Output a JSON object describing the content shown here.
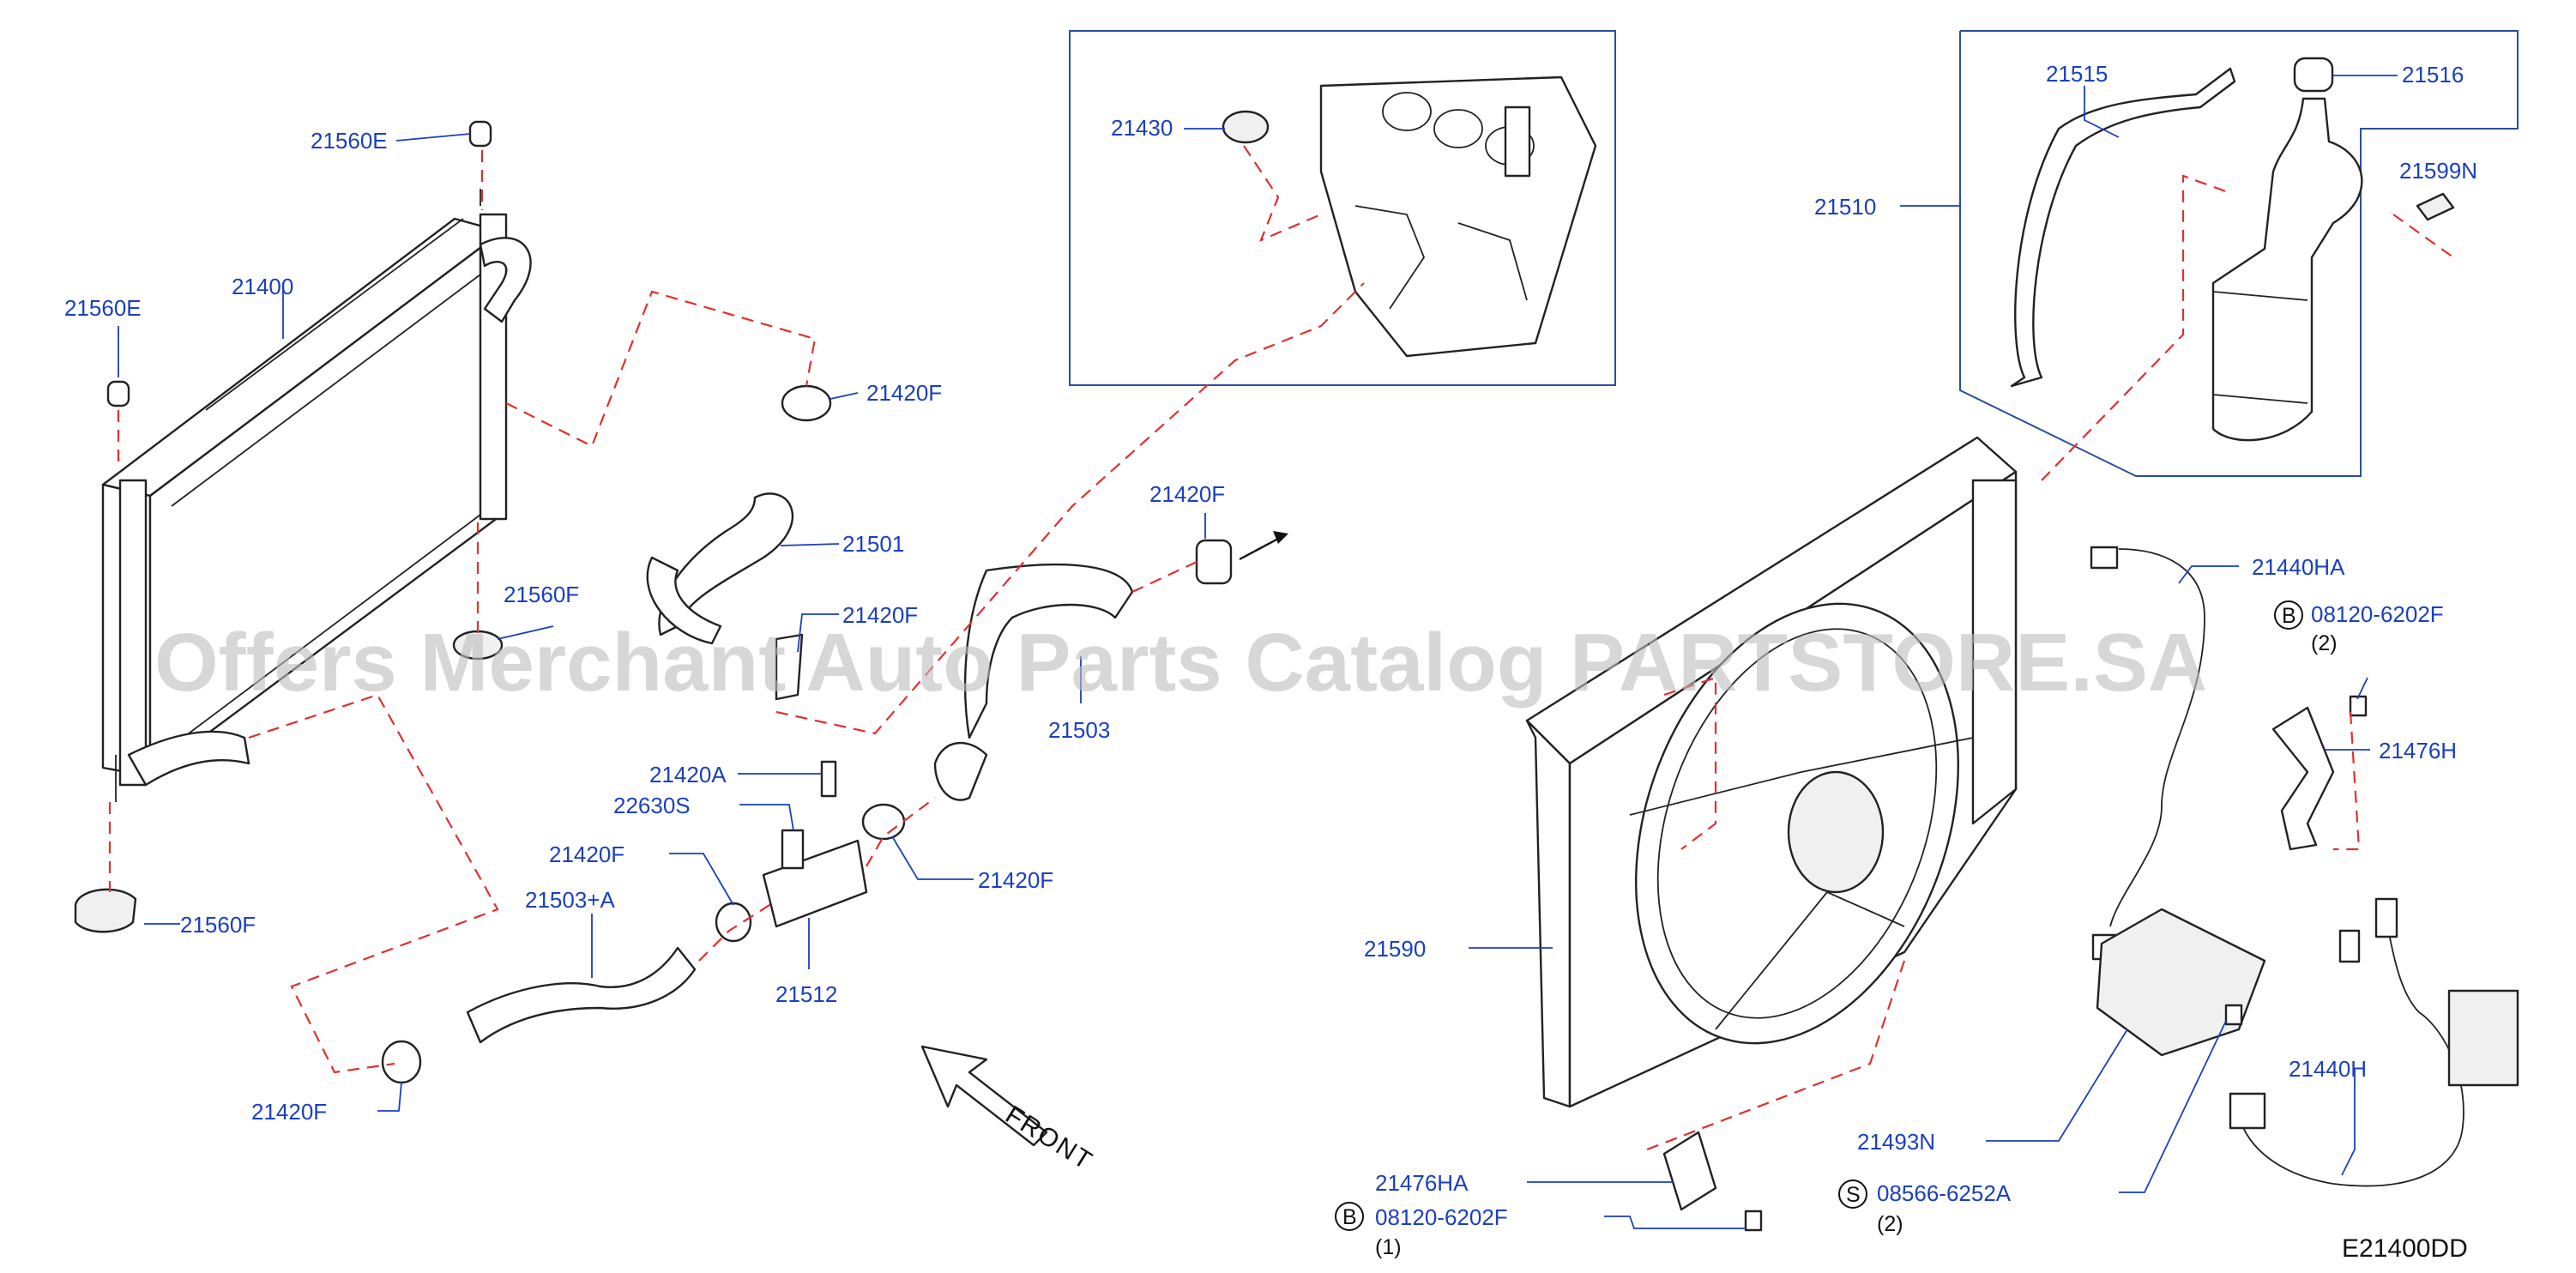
{
  "diagram_code": "E21400DD",
  "watermark": "Offers Merchant Auto Parts Catalog PARTSTORE.SA",
  "front_label": "FRONT",
  "labels": {
    "l21560E_top": "21560E",
    "l21400": "21400",
    "l21560E_mid": "21560E",
    "l21560F_mid": "21560F",
    "l21560F_bot": "21560F",
    "l21420F_a": "21420F",
    "l21501": "21501",
    "l21420F_b": "21420F",
    "l21420F_c": "21420F",
    "l21503": "21503",
    "l21420A": "21420A",
    "l22630S": "22630S",
    "l21420F_d": "21420F",
    "l21420F_e": "21420F",
    "l21503A": "21503+A",
    "l21512": "21512",
    "l21420F_f": "21420F",
    "l21430": "21430",
    "l21515": "21515",
    "l21516": "21516",
    "l21510": "21510",
    "l21599N": "21599N",
    "l21440HA": "21440HA",
    "l08120_top": "08120-6202F",
    "l21476H": "21476H",
    "l21590": "21590",
    "l21440H": "21440H",
    "l21493N": "21493N",
    "l21476HA": "21476HA",
    "l08120_bot": "08120-6202F",
    "l08566": "08566-6252A"
  },
  "circled": {
    "b_top": "B",
    "b_bot": "B",
    "s_bot": "S"
  },
  "quantities": {
    "q_top": "(2)",
    "q_b_bot": "(1)",
    "q_s_bot": "(2)"
  }
}
